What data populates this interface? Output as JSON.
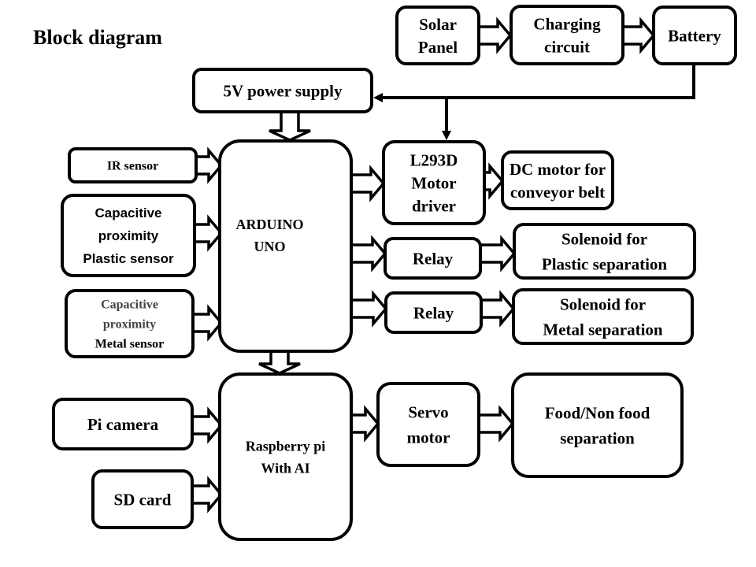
{
  "title": "Block diagram",
  "blocks": {
    "solar_panel": [
      "Solar",
      "Panel"
    ],
    "charging_circuit": [
      "Charging",
      "circuit"
    ],
    "battery": [
      "Battery"
    ],
    "power_supply": [
      "5V power supply"
    ],
    "ir_sensor": [
      "IR sensor"
    ],
    "plastic_sensor": [
      "Capacitive",
      "proximity",
      "Plastic sensor"
    ],
    "metal_sensor": [
      "Capacitive",
      "proximity",
      "Metal sensor"
    ],
    "arduino": [
      "ARDUINO",
      "UNO"
    ],
    "motor_driver": [
      "L293D",
      "Motor",
      "driver"
    ],
    "dc_motor": [
      "DC motor for",
      "conveyor belt"
    ],
    "relay_plastic": [
      "Relay"
    ],
    "relay_metal": [
      "Relay"
    ],
    "solenoid_plastic": [
      "Solenoid for",
      "Plastic separation"
    ],
    "solenoid_metal": [
      "Solenoid for",
      "Metal separation"
    ],
    "pi_camera": [
      "Pi camera"
    ],
    "sd_card": [
      "SD card"
    ],
    "raspberry_pi": [
      "Raspberry pi",
      "With AI"
    ],
    "servo_motor": [
      "Servo",
      "motor"
    ],
    "food_separation": [
      "Food/Non food",
      "separation"
    ]
  },
  "connections": [
    {
      "from": "solar_panel",
      "to": "charging_circuit"
    },
    {
      "from": "charging_circuit",
      "to": "battery"
    },
    {
      "from": "battery",
      "to": "power_supply"
    },
    {
      "from": "battery",
      "to": "motor_driver"
    },
    {
      "from": "power_supply",
      "to": "arduino"
    },
    {
      "from": "ir_sensor",
      "to": "arduino"
    },
    {
      "from": "plastic_sensor",
      "to": "arduino"
    },
    {
      "from": "metal_sensor",
      "to": "arduino"
    },
    {
      "from": "arduino",
      "to": "motor_driver"
    },
    {
      "from": "arduino",
      "to": "relay_plastic"
    },
    {
      "from": "arduino",
      "to": "relay_metal"
    },
    {
      "from": "arduino",
      "to": "raspberry_pi"
    },
    {
      "from": "motor_driver",
      "to": "dc_motor"
    },
    {
      "from": "relay_plastic",
      "to": "solenoid_plastic"
    },
    {
      "from": "relay_metal",
      "to": "solenoid_metal"
    },
    {
      "from": "pi_camera",
      "to": "raspberry_pi"
    },
    {
      "from": "sd_card",
      "to": "raspberry_pi"
    },
    {
      "from": "raspberry_pi",
      "to": "servo_motor"
    },
    {
      "from": "servo_motor",
      "to": "food_separation"
    }
  ]
}
